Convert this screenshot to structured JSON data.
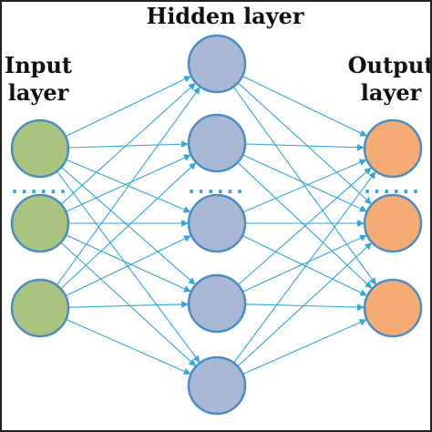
{
  "labels": {
    "input_line1": "Input",
    "input_line2": "layer",
    "hidden": "Hidden layer",
    "output_line1": "Output",
    "output_line2": "layer"
  },
  "ellipsis": {
    "input": "......",
    "hidden": "......",
    "output": "......"
  },
  "layers": {
    "input": {
      "node_count": 3,
      "fill": "#a9c47f",
      "stroke": "#4c8cc4"
    },
    "hidden": {
      "node_count": 5,
      "fill": "#a8b9d6",
      "stroke": "#4c8cc4"
    },
    "output": {
      "node_count": 3,
      "fill": "#f5ab74",
      "stroke": "#4c8cc4"
    }
  },
  "colors": {
    "connection": "#2fa6dc",
    "dots": "#2fa6dc",
    "border": "#222222"
  }
}
